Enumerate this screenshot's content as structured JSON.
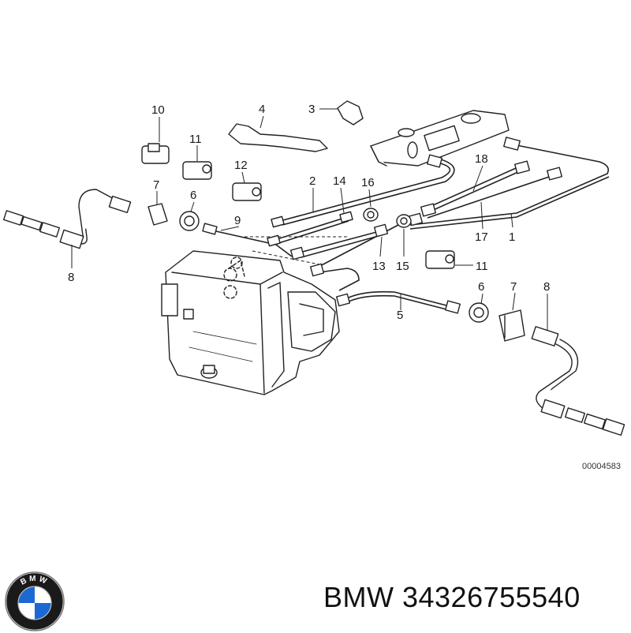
{
  "callouts": {
    "c1": "1",
    "c2": "2",
    "c3": "3",
    "c4": "4",
    "c5": "5",
    "c6a": "6",
    "c6b": "6",
    "c7a": "7",
    "c7b": "7",
    "c8a": "8",
    "c8b": "8",
    "c9": "9",
    "c10": "10",
    "c11a": "11",
    "c11b": "11",
    "c12": "12",
    "c13": "13",
    "c14": "14",
    "c15": "15",
    "c16": "16",
    "c17": "17",
    "c18": "18"
  },
  "drawing_id": "00004583",
  "brand": {
    "name": "BMW",
    "part_number": "34326755540",
    "title": "BMW 34326755540",
    "logo_text": "BMW"
  },
  "colors": {
    "line": "#222222",
    "logo_blue": "#1c69d4",
    "logo_ring": "#1a1a1a"
  }
}
